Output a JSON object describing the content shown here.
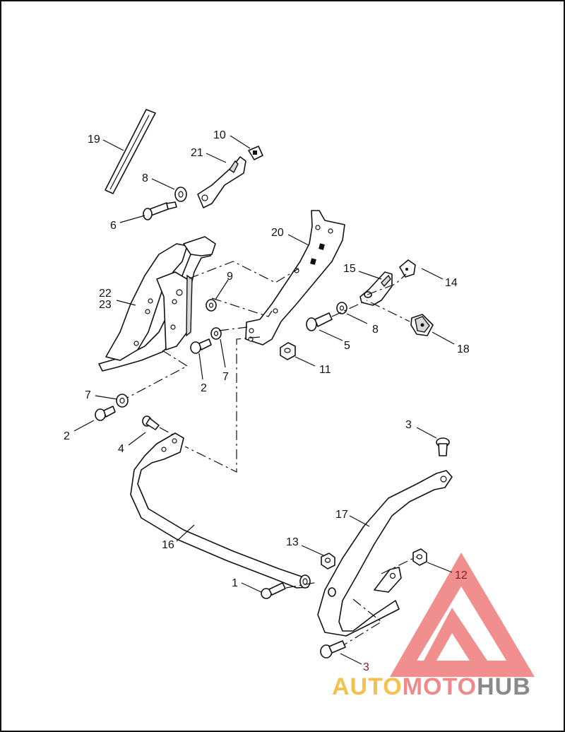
{
  "diagram": {
    "callouts": {
      "c1": "1",
      "c2a": "2",
      "c2b": "2",
      "c3a": "3",
      "c3b": "3",
      "c4": "4",
      "c5": "5",
      "c6": "6",
      "c7a": "7",
      "c7b": "7",
      "c8a": "8",
      "c8b": "8",
      "c9": "9",
      "c10": "10",
      "c11": "11",
      "c12": "12",
      "c13": "13",
      "c14": "14",
      "c15": "15",
      "c16": "16",
      "c17": "17",
      "c18": "18",
      "c19": "19",
      "c20": "20",
      "c21": "21",
      "c22": "22",
      "c23": "23"
    }
  },
  "watermark": {
    "word_auto": "AUTO",
    "word_moto": "MOTO",
    "word_hub": "HUB",
    "colors": {
      "auto": "#f2c14e",
      "moto": "#f08a8a",
      "hub": "#8a8a8a",
      "triangle": "#ef7b7b"
    }
  }
}
